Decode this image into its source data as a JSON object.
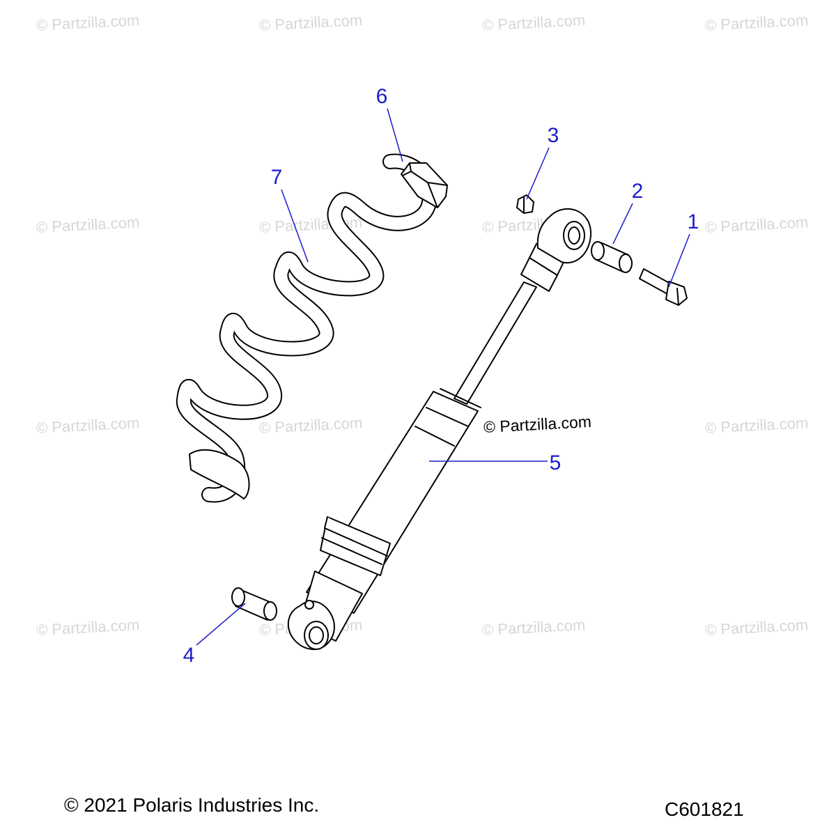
{
  "watermark": {
    "text": "© Partzilla.com",
    "center_text": "© Partzilla.com"
  },
  "callouts": {
    "c1": "1",
    "c2": "2",
    "c3": "3",
    "c4": "4",
    "c5": "5",
    "c6": "6",
    "c7": "7"
  },
  "footer": {
    "copyright": "© 2021 Polaris Industries Inc.",
    "diagram_code": "C601821"
  },
  "colors": {
    "callout": "#1c1ccd",
    "watermark": "#d6d6d6",
    "line_art": "#000000"
  }
}
